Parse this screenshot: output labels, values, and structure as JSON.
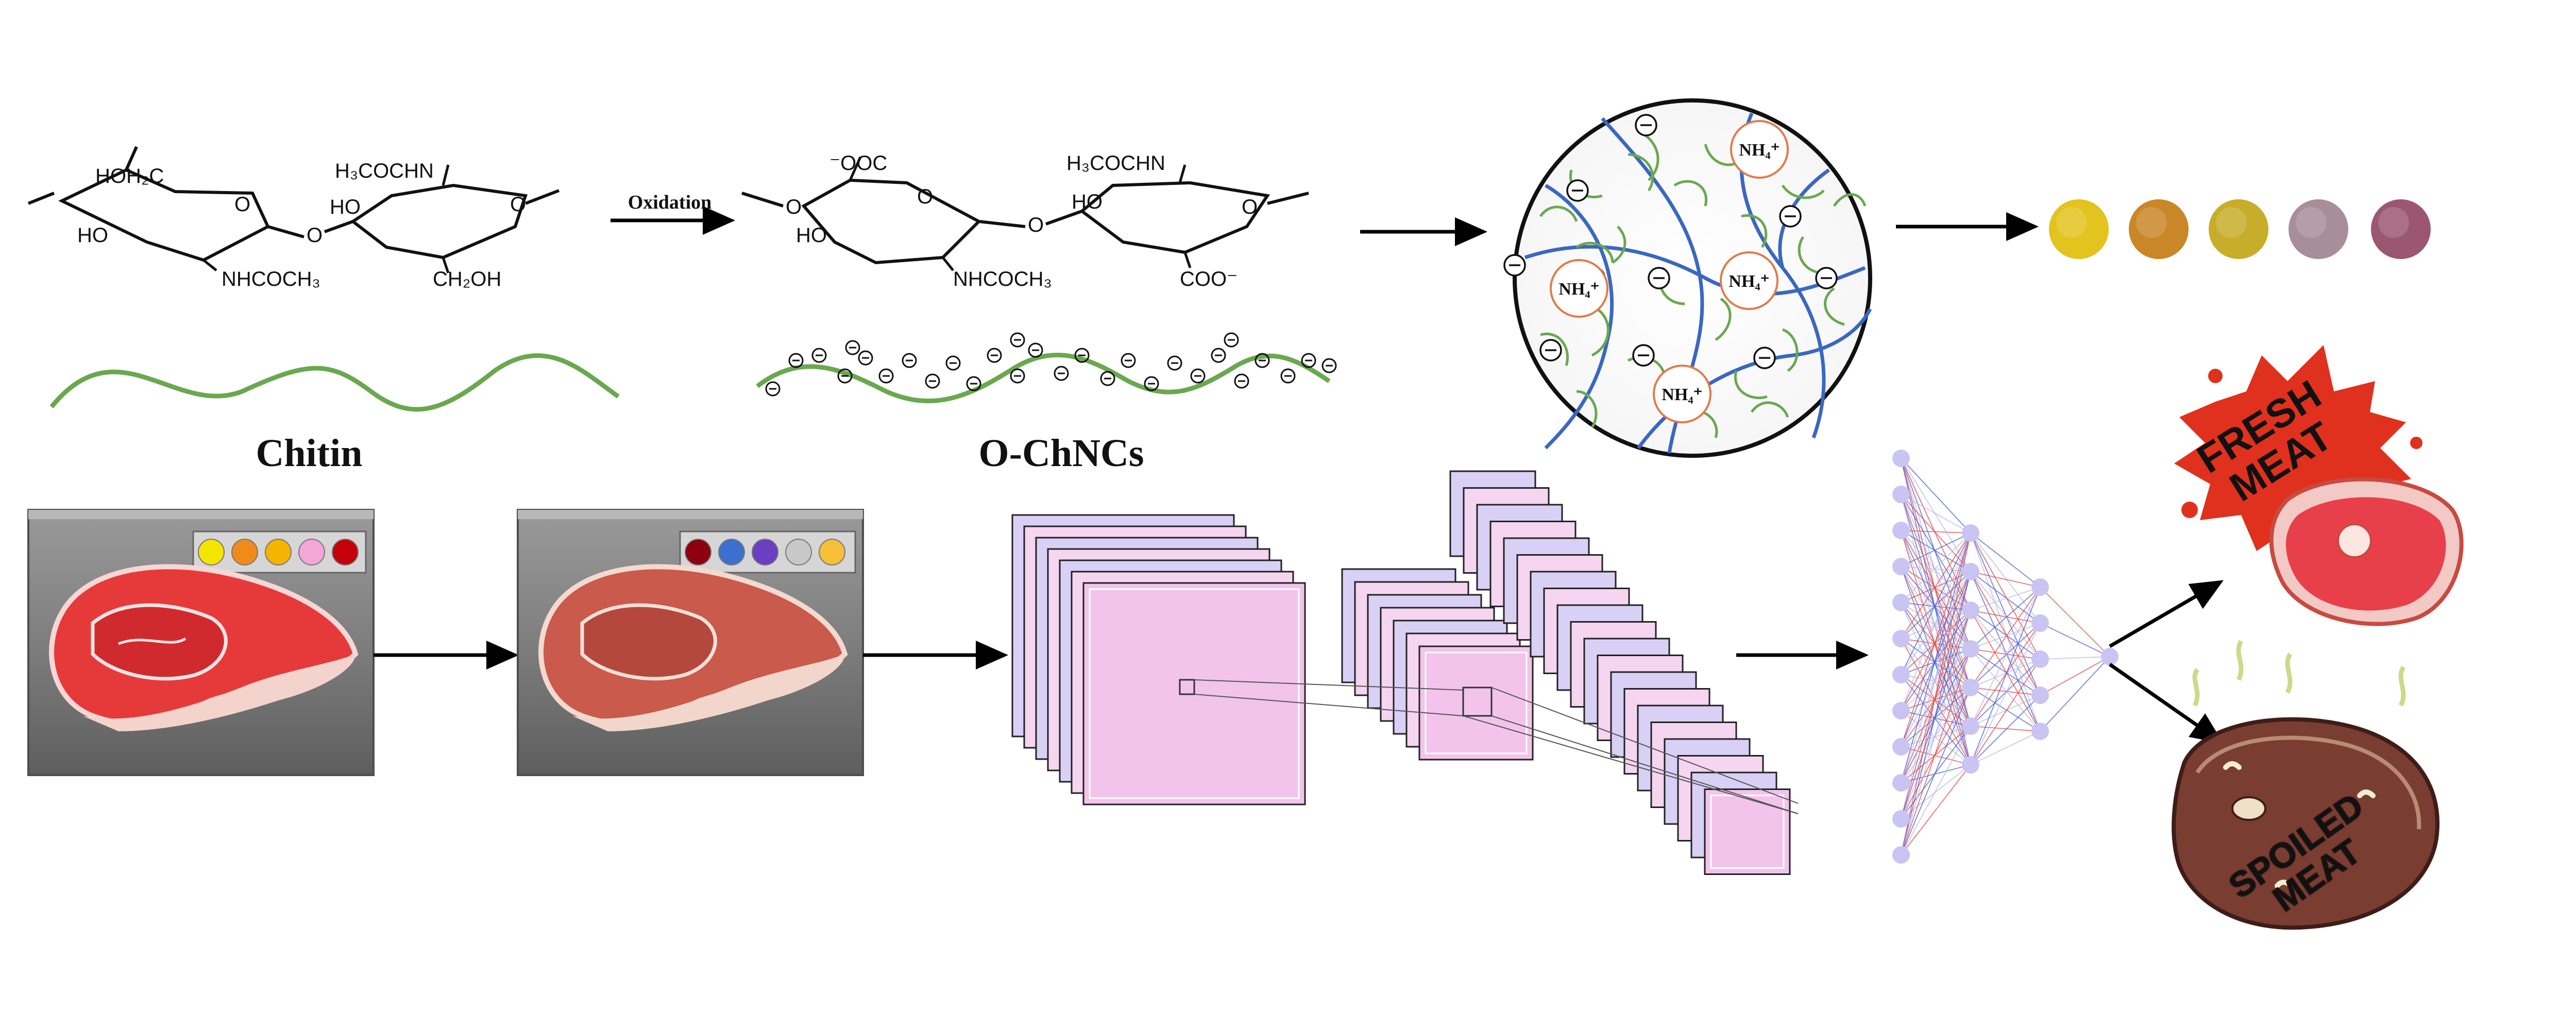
{
  "chitin": {
    "caption": "Chitin",
    "left_unit": {
      "sub_top": "HOH₂C",
      "ring_o": "O",
      "oh": "HO",
      "sub_bottom": "NHCOCH₃"
    },
    "link_o": "O",
    "right_unit": {
      "sub_top": "H₃COCHN",
      "ring_o": "O",
      "oh": "HO",
      "sub_bottom": "CH₂OH"
    }
  },
  "reaction": {
    "label": "Oxidation"
  },
  "ochncs": {
    "caption": "O-ChNCs",
    "left_unit": {
      "sub_top": "⁻OOC",
      "ring_o": "O",
      "oh": "HO",
      "sub_bottom": "NHCOCH₃"
    },
    "link_o": "O",
    "right_unit": {
      "sub_top": "H₃COCHN",
      "ring_o": "O",
      "oh": "HO",
      "sub_bottom": "COO⁻"
    }
  },
  "film": {
    "ion_label": "NH₄⁺",
    "neg_symbol": "⊖"
  },
  "indicator_dots": [
    "#e3c31e",
    "#c98728",
    "#c7ad2a",
    "#a88e99",
    "#9c5770"
  ],
  "tray_fresh_colors": [
    "#f5e400",
    "#f08a1a",
    "#f5b400",
    "#f4a6d8",
    "#c4000b"
  ],
  "tray_spoiled_colors": [
    "#8c0010",
    "#3d6fcf",
    "#6a3fc2",
    "#c8c8c8",
    "#f5c038"
  ],
  "outputs": {
    "fresh": "FRESH MEAT",
    "spoiled": "SPOILED MEAT"
  },
  "colors": {
    "chain_green": "#6aa84f",
    "network_blue": "#3a67c0",
    "ion_ring": "#e07b49",
    "cnn_fill": "#f2c4ec",
    "cnn_back": "#d8d0f5",
    "node": "#c9c4f2",
    "fresh_red": "#e0301e",
    "spoiled_brown": "#7a3d32"
  }
}
